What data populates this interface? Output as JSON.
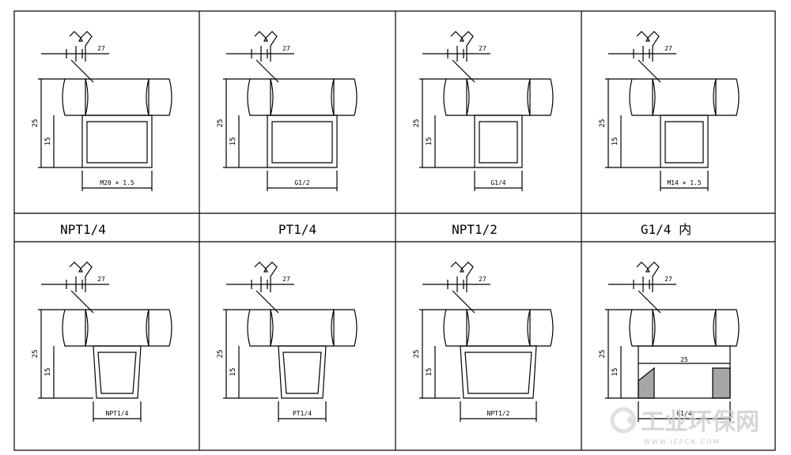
{
  "dimensions": {
    "wrench_width": "27",
    "total_height": "25",
    "thread_length": "15",
    "bore_length": "25"
  },
  "cells": [
    {
      "label": "NPT1/4",
      "thread_label": "M20 × 1.5",
      "variant": "straight-wide"
    },
    {
      "label": "PT1/4",
      "thread_label": "G1/2",
      "variant": "straight-wide"
    },
    {
      "label": "NPT1/2",
      "thread_label": "G1/4",
      "variant": "straight-narrow"
    },
    {
      "label": "G1/4 内",
      "thread_label": "M14 × 1.5",
      "variant": "straight-narrow"
    },
    {
      "label": "",
      "thread_label": "NPT1/4",
      "variant": "taper-narrow"
    },
    {
      "label": "",
      "thread_label": "PT1/4",
      "variant": "taper-narrow"
    },
    {
      "label": "",
      "thread_label": "NPT1/2",
      "variant": "taper-wide"
    },
    {
      "label": "",
      "thread_label": "G1/4",
      "variant": "internal"
    }
  ],
  "watermark": {
    "brand": "工业环保网",
    "site": "WWW.IEPCN.COM"
  }
}
